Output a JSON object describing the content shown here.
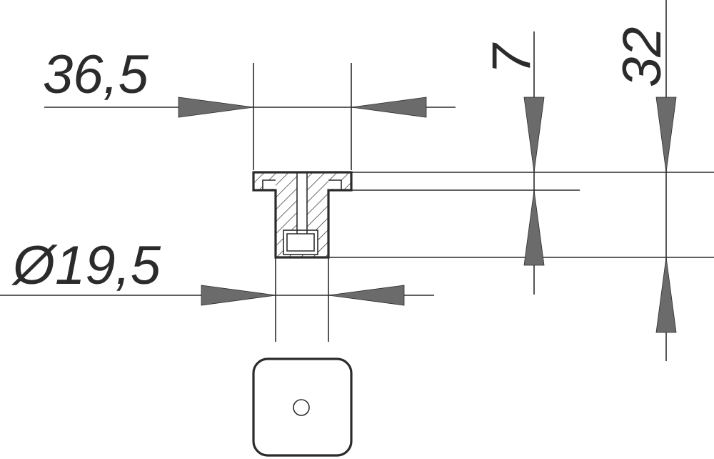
{
  "dimensions": {
    "width_top": "36,5",
    "diameter_bottom": "Ø19,5",
    "flange_height": "7",
    "total_height": "32"
  },
  "colors": {
    "ink": "#2b2b2b",
    "arrow_fill": "#6b6b6b",
    "background": "#ffffff"
  }
}
